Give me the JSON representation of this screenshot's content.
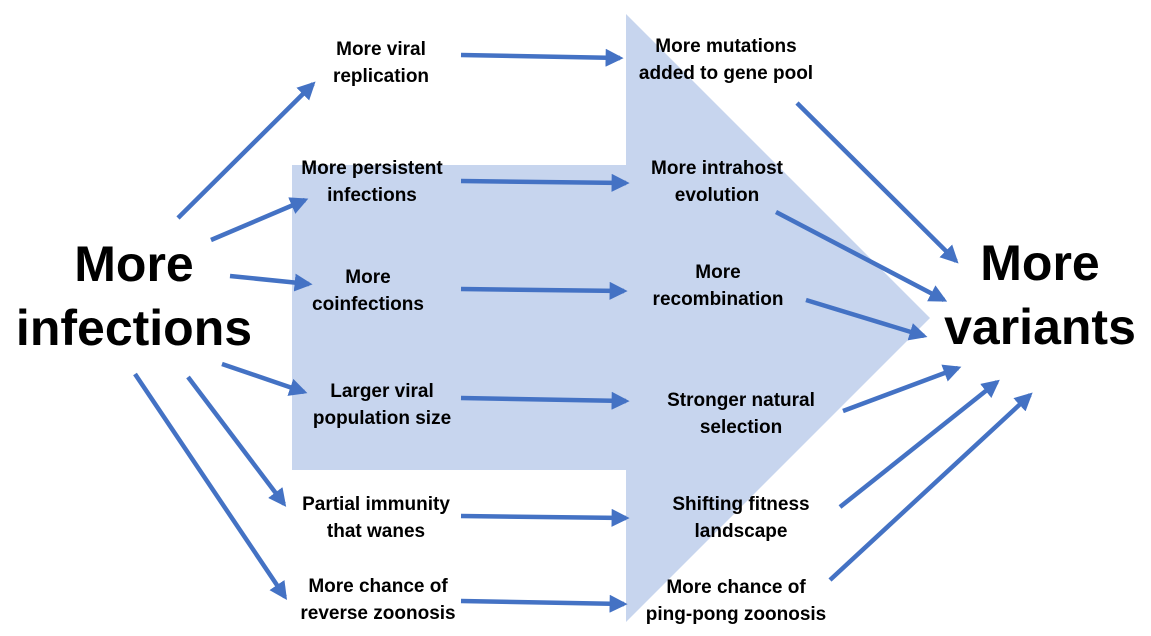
{
  "colors": {
    "big_arrow_fill": "#c7d5ee",
    "connector": "#4472c4",
    "text": "#000000"
  },
  "source": {
    "line1": "More",
    "line2": "infections"
  },
  "target": {
    "line1": "More",
    "line2": "variants"
  },
  "causes": [
    {
      "line1": "More viral",
      "line2": "replication"
    },
    {
      "line1": "More persistent",
      "line2": "infections"
    },
    {
      "line1": "More",
      "line2": "coinfections"
    },
    {
      "line1": "Larger viral",
      "line2": "population size"
    },
    {
      "line1": "Partial immunity",
      "line2": "that wanes"
    },
    {
      "line1": "More chance of",
      "line2": "reverse zoonosis"
    }
  ],
  "effects": [
    {
      "line1": "More mutations",
      "line2": "added to gene pool"
    },
    {
      "line1": "More intrahost",
      "line2": "evolution"
    },
    {
      "line1": "More",
      "line2": "recombination"
    },
    {
      "line1": "Stronger natural",
      "line2": "selection"
    },
    {
      "line1": "Shifting fitness",
      "line2": "landscape"
    },
    {
      "line1": "More chance of",
      "line2": "ping-pong zoonosis"
    }
  ]
}
